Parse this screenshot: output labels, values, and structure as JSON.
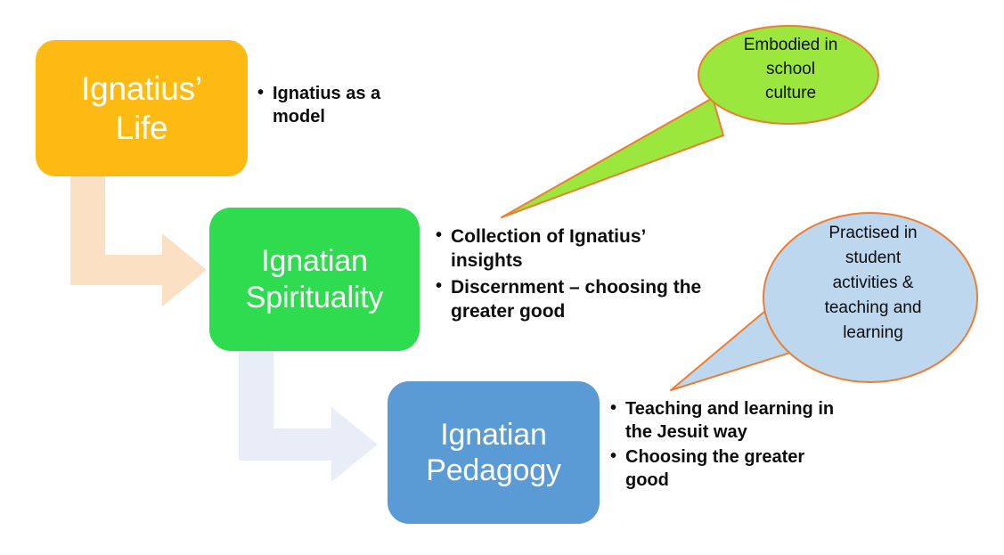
{
  "diagram": {
    "title": "Ignatian framework flow diagram",
    "background_color": "#FFFFFF",
    "nodes": [
      {
        "id": "life",
        "label": "Ignatius’\nLife",
        "line1": "Ignatius’",
        "line2": "Life",
        "fill_color": "#FDBA12",
        "text_color": "#FFFFFF"
      },
      {
        "id": "spirituality",
        "label": "Ignatian\nSpirituality",
        "line1": "Ignatian",
        "line2": "Spirituality",
        "fill_color": "#2FDC4F",
        "text_color": "#FFFFFF"
      },
      {
        "id": "pedagogy",
        "label": "Ignatian\nPedagogy",
        "line1": "Ignatian",
        "line2": "Pedagogy",
        "fill_color": "#5B9BD5",
        "text_color": "#FFFFFF"
      }
    ],
    "bullets": {
      "life": [
        "Ignatius as a model"
      ],
      "spirituality": [
        "Collection of Ignatius’ insights",
        "Discernment – choosing the greater good"
      ],
      "pedagogy": [
        "Teaching and learning in the Jesuit way",
        "Choosing the greater good"
      ]
    },
    "callouts": [
      {
        "id": "green-callout",
        "text": "Embodied in school culture",
        "line1": "Embodied in",
        "line2": "school",
        "line3": "culture",
        "fill_color": "#9BE73E",
        "border_color": "#ED7D31",
        "text_color": "#0D0D0D",
        "points_to": "spirituality"
      },
      {
        "id": "blue-callout",
        "text": "Practised in student activities & teaching and learning",
        "line1": "Practised in",
        "line2": "student",
        "line3": "activities &",
        "line4": "teaching and",
        "line5": "learning",
        "fill_color": "#BDD7EE",
        "border_color": "#ED7D31",
        "text_color": "#0D0D0D",
        "points_to": "pedagogy"
      }
    ],
    "arrows": [
      {
        "id": "arrow-life-to-spirituality",
        "from": "life",
        "to": "spirituality",
        "color": "#FBE0C3",
        "shape": "elbow-right"
      },
      {
        "id": "arrow-spirituality-to-pedagogy",
        "from": "spirituality",
        "to": "pedagogy",
        "color": "#E8EDF7",
        "shape": "elbow-right"
      }
    ]
  }
}
